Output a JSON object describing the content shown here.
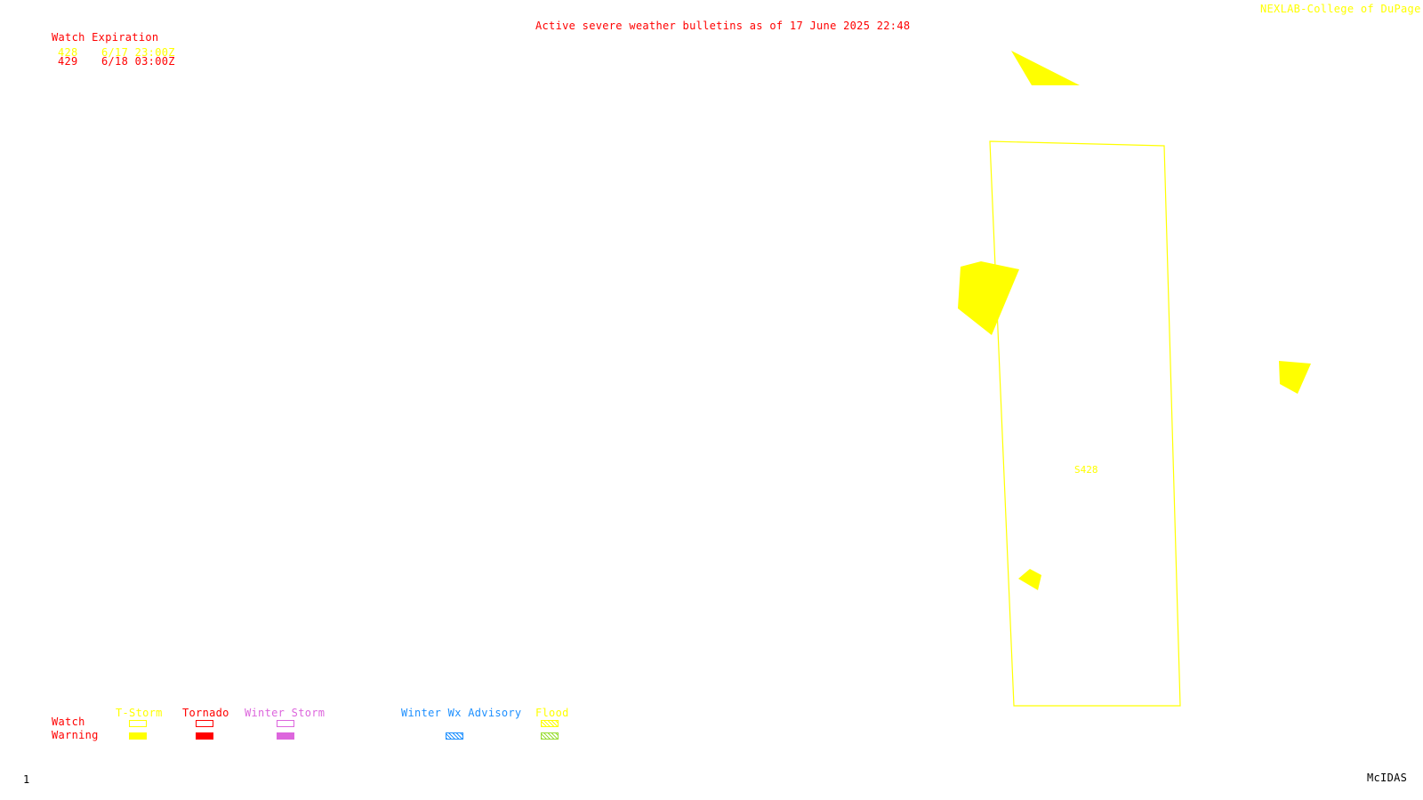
{
  "header": {
    "title": "Active severe weather bulletins as of 17 June 2025 22:48",
    "credit": "NEXLAB-College of DuPage R"
  },
  "watch_table": {
    "heading": "Watch Expiration",
    "rows": [
      {
        "number": "428",
        "expires": "6/17 23:00Z",
        "color": "#ffff00"
      },
      {
        "number": "429",
        "expires": "6/18 03:00Z",
        "color": "#ff0000"
      }
    ]
  },
  "map": {
    "watch_box_label": "S428",
    "watch_box_color": "#ffff00",
    "warning_color": "#ffff00"
  },
  "legend": {
    "row_watch": "Watch",
    "row_warning": "Warning",
    "types": [
      {
        "label": "T-Storm",
        "color": "#ffff00"
      },
      {
        "label": "Tornado",
        "color": "#ff0000"
      },
      {
        "label": "Winter Storm",
        "color": "#dd66dd"
      },
      {
        "label": "Winter Wx Advisory",
        "color": "#1e90ff"
      },
      {
        "label": "Flood",
        "color": "#99dd33"
      }
    ]
  },
  "footer": {
    "frame_number": "1",
    "software": "McIDAS"
  }
}
